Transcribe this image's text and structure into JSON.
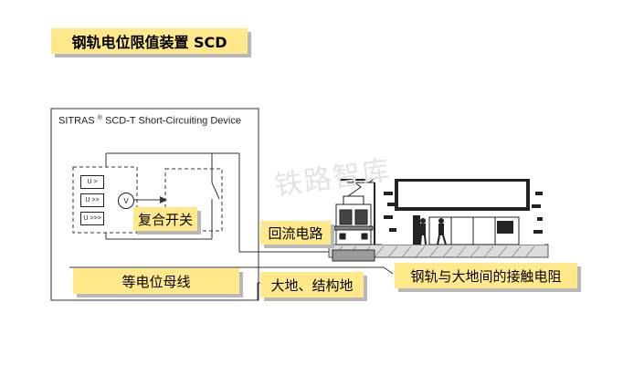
{
  "title": "钢轨电位限值装置 SCD",
  "device": {
    "name_prefix": "SITRAS",
    "registered_mark": "®",
    "name_suffix": "SCD-T Short-Circuiting Device"
  },
  "relays": [
    "U >",
    "U >>",
    "U >>>"
  ],
  "meter_symbol": "V",
  "labels": {
    "composite_switch": "复合开关",
    "return_circuit": "回流电路",
    "equipotential_bus": "等电位母线",
    "earth_structure": "大地、结构地",
    "rail_earth_resistance": "钢轨与大地间的接触电阻"
  },
  "watermark": "铁路智库"
}
